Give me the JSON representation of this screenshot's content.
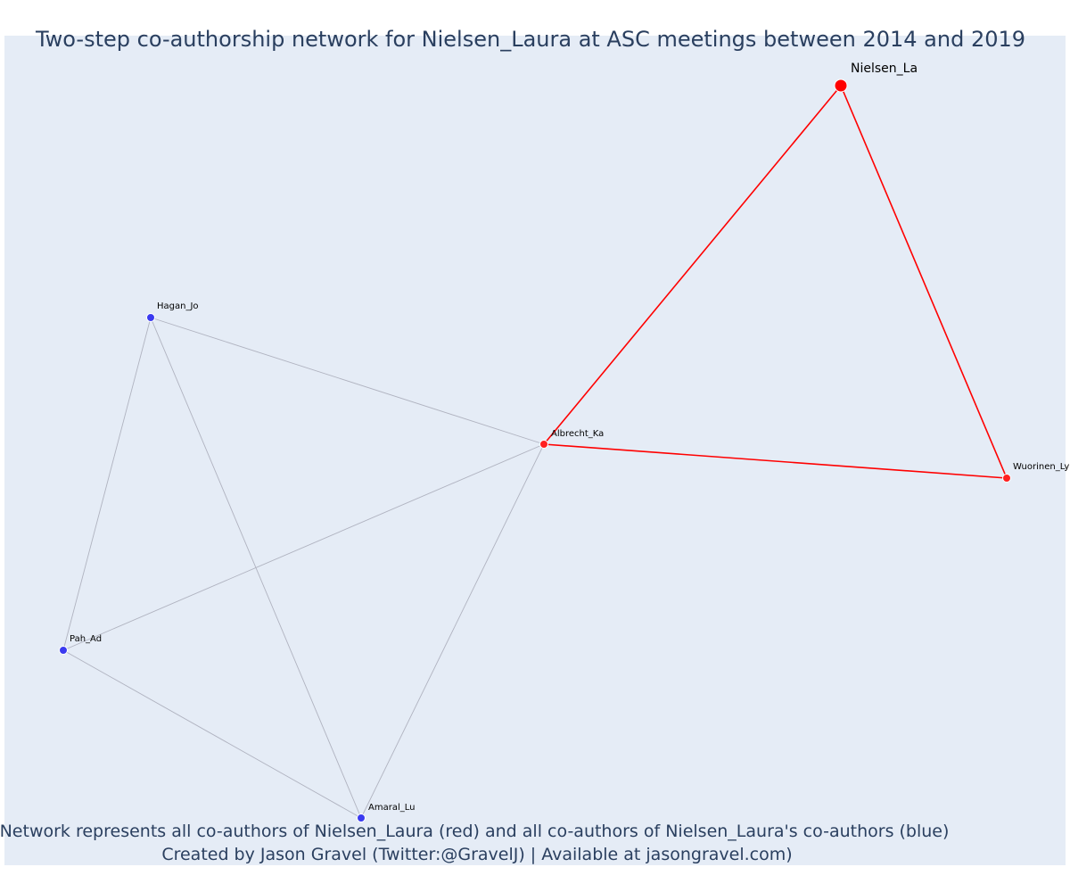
{
  "figure": {
    "title": "Two-step co-authorship network for Nielsen_Laura at ASC meetings between 2014 and 2019",
    "caption_line1": "Network represents all co-authors of Nielsen_Laura (red) and all co-authors of Nielsen_Laura's co-authors (blue)",
    "caption_line2": "Created by Jason Gravel (Twitter:@GravelJ) | Available at jasongravel.com)"
  },
  "colors": {
    "plot_background": "#e5ecf6",
    "title_text": "#2a3f5f",
    "focal_red": "#ff0000",
    "coauthor_red": "#ff2020",
    "two_step_blue": "#3a3af0",
    "red_edge": "#ff0000",
    "gray_edge": "#b0b3c0",
    "node_outline": "#ffffff"
  },
  "network": {
    "nodes": [
      {
        "id": "nielsen",
        "label": "Nielsen_La",
        "group": "focal"
      },
      {
        "id": "albrecht",
        "label": "Albrecht_Ka",
        "group": "coauthor"
      },
      {
        "id": "wuorinen",
        "label": "Wuorinen_Ly",
        "group": "coauthor"
      },
      {
        "id": "hagan",
        "label": "Hagan_Jo",
        "group": "two_step"
      },
      {
        "id": "pah",
        "label": "Pah_Ad",
        "group": "two_step"
      },
      {
        "id": "amaral",
        "label": "Amaral_Lu",
        "group": "two_step"
      }
    ],
    "edges": [
      {
        "source": "nielsen",
        "target": "albrecht",
        "type": "direct"
      },
      {
        "source": "nielsen",
        "target": "wuorinen",
        "type": "direct"
      },
      {
        "source": "albrecht",
        "target": "wuorinen",
        "type": "direct"
      },
      {
        "source": "albrecht",
        "target": "hagan",
        "type": "indirect"
      },
      {
        "source": "albrecht",
        "target": "pah",
        "type": "indirect"
      },
      {
        "source": "albrecht",
        "target": "amaral",
        "type": "indirect"
      },
      {
        "source": "hagan",
        "target": "pah",
        "type": "indirect"
      },
      {
        "source": "hagan",
        "target": "amaral",
        "type": "indirect"
      },
      {
        "source": "pah",
        "target": "amaral",
        "type": "indirect"
      }
    ]
  }
}
